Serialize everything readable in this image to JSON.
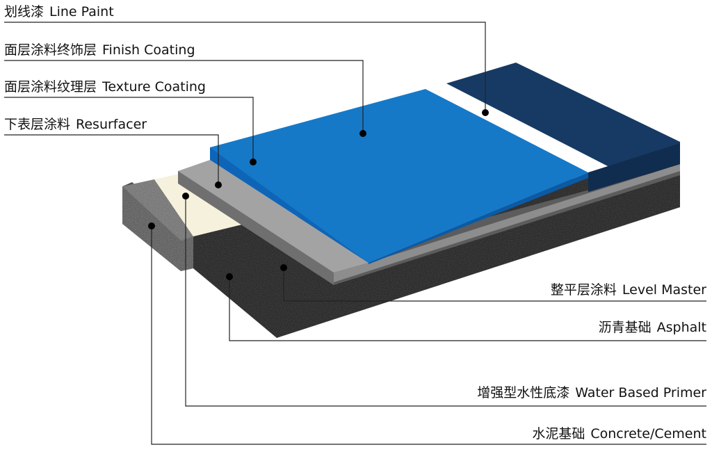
{
  "colors": {
    "finish_top": "#1278c8",
    "finish_edge": "#0a5aa8",
    "texture_front": "#0f6bc0",
    "line_paint_white": "#ffffff",
    "navy_block": "#173a64",
    "resurfacer_gray": "#9c9c9c",
    "level_master_gray": "#6f6f6f",
    "asphalt": "#1c1c1c",
    "primer_cream": "#f6f1dc",
    "concrete": "#5a5a5a",
    "leader_line": "#222222"
  },
  "layers": [
    {
      "id": "line-paint",
      "zh": "划线漆",
      "en": "Line Paint"
    },
    {
      "id": "finish-coating",
      "zh": "面层涂料终饰层",
      "en": "Finish Coating"
    },
    {
      "id": "texture-coating",
      "zh": "面层涂料纹理层",
      "en": "Texture Coating"
    },
    {
      "id": "resurfacer",
      "zh": "下表层涂料",
      "en": "Resurfacer"
    },
    {
      "id": "level-master",
      "zh": "整平层涂料",
      "en": "Level Master"
    },
    {
      "id": "asphalt",
      "zh": "沥青基础",
      "en": "Asphalt"
    },
    {
      "id": "water-based-primer",
      "zh": "增强型水性底漆",
      "en": "Water Based Primer"
    },
    {
      "id": "concrete-cement",
      "zh": "水泥基础",
      "en": "Concrete/Cement"
    }
  ]
}
